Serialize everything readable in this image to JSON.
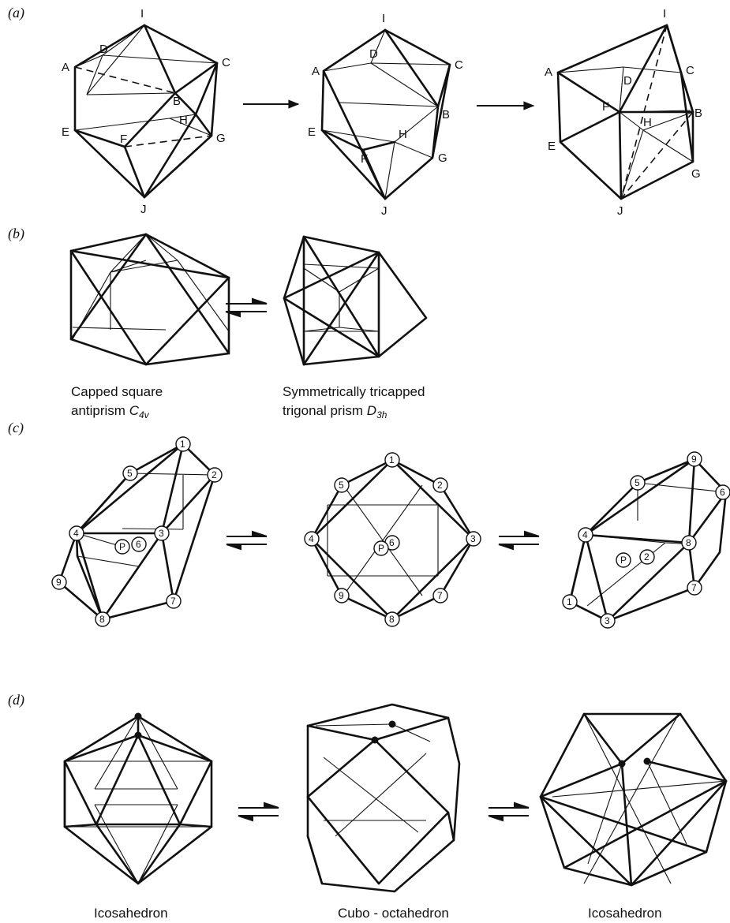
{
  "panels": {
    "a": {
      "label": "(a)",
      "vertices": [
        "I",
        "D",
        "C",
        "A",
        "B",
        "E",
        "F",
        "H",
        "G",
        "J"
      ]
    },
    "b": {
      "label": "(b)",
      "caption1_line1": "Capped square",
      "caption1_line2": "antiprism",
      "caption1_sym": "C",
      "caption1_sub": "4v",
      "caption2_line1": "Symmetrically tricapped",
      "caption2_line2": "trigonal prism",
      "caption2_sym": "D",
      "caption2_sub": "3h"
    },
    "c": {
      "label": "(c)",
      "nodes": [
        "1",
        "2",
        "3",
        "4",
        "5",
        "6",
        "7",
        "8",
        "9",
        "P"
      ]
    },
    "d": {
      "label": "(d)",
      "caption_left": "Icosahedron",
      "caption_mid": "Cubo - octahedron",
      "caption_right": "Icosahedron"
    }
  }
}
